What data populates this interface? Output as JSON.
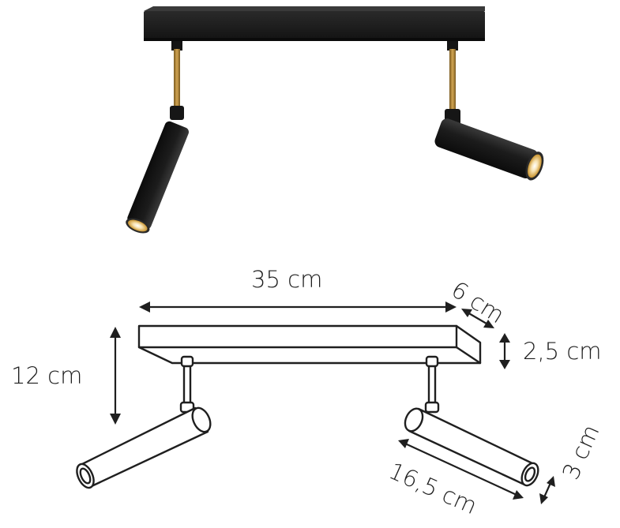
{
  "product": {
    "bar_color": "#1c1c1c",
    "brass_color": "#b38a3c",
    "warm_light_color": "#f6c96a"
  },
  "dimensions": {
    "width": "35 cm",
    "depth": "6 cm",
    "bar_height": "2,5 cm",
    "total_height": "12 cm",
    "spot_length": "16,5 cm",
    "spot_diameter": "3 cm"
  }
}
